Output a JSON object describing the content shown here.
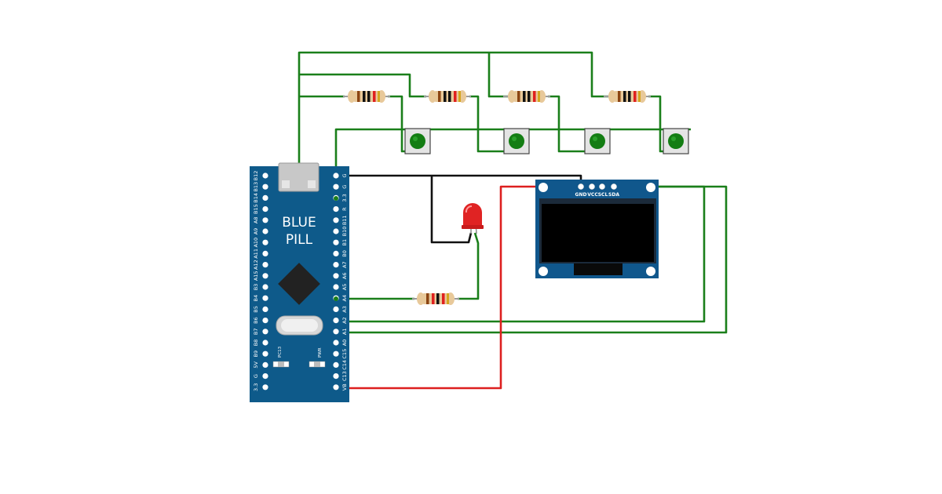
{
  "board": {
    "title_line1": "BLUE",
    "title_line2": "PILL",
    "left_pins": [
      "B12",
      "B13",
      "B14",
      "B15",
      "A8",
      "A9",
      "A10",
      "A11",
      "A12",
      "A15",
      "B3",
      "B4",
      "B5",
      "B6",
      "B7",
      "B8",
      "B9",
      "5V",
      "G",
      "3.3"
    ],
    "right_pins": [
      "G",
      "G",
      "3.3",
      "R",
      "B11",
      "B10",
      "B1",
      "B0",
      "A7",
      "A6",
      "A5",
      "A4",
      "A3",
      "A2",
      "A1",
      "A0",
      "C15",
      "C14",
      "C13",
      "VB"
    ],
    "led_label_pc13": "PC13",
    "led_label_pwr": "PWR",
    "board_color": "#0e5a8a"
  },
  "oled": {
    "pin_labels": [
      "GND",
      "VCC",
      "SCL",
      "SDA"
    ],
    "board_color": "#10578c"
  },
  "wire_colors": {
    "green": "#1a7f1a",
    "black": "#111111",
    "red": "#dd1f1f"
  },
  "components": {
    "resistors": 5,
    "buttons": 4,
    "led_color": "#e02323"
  }
}
